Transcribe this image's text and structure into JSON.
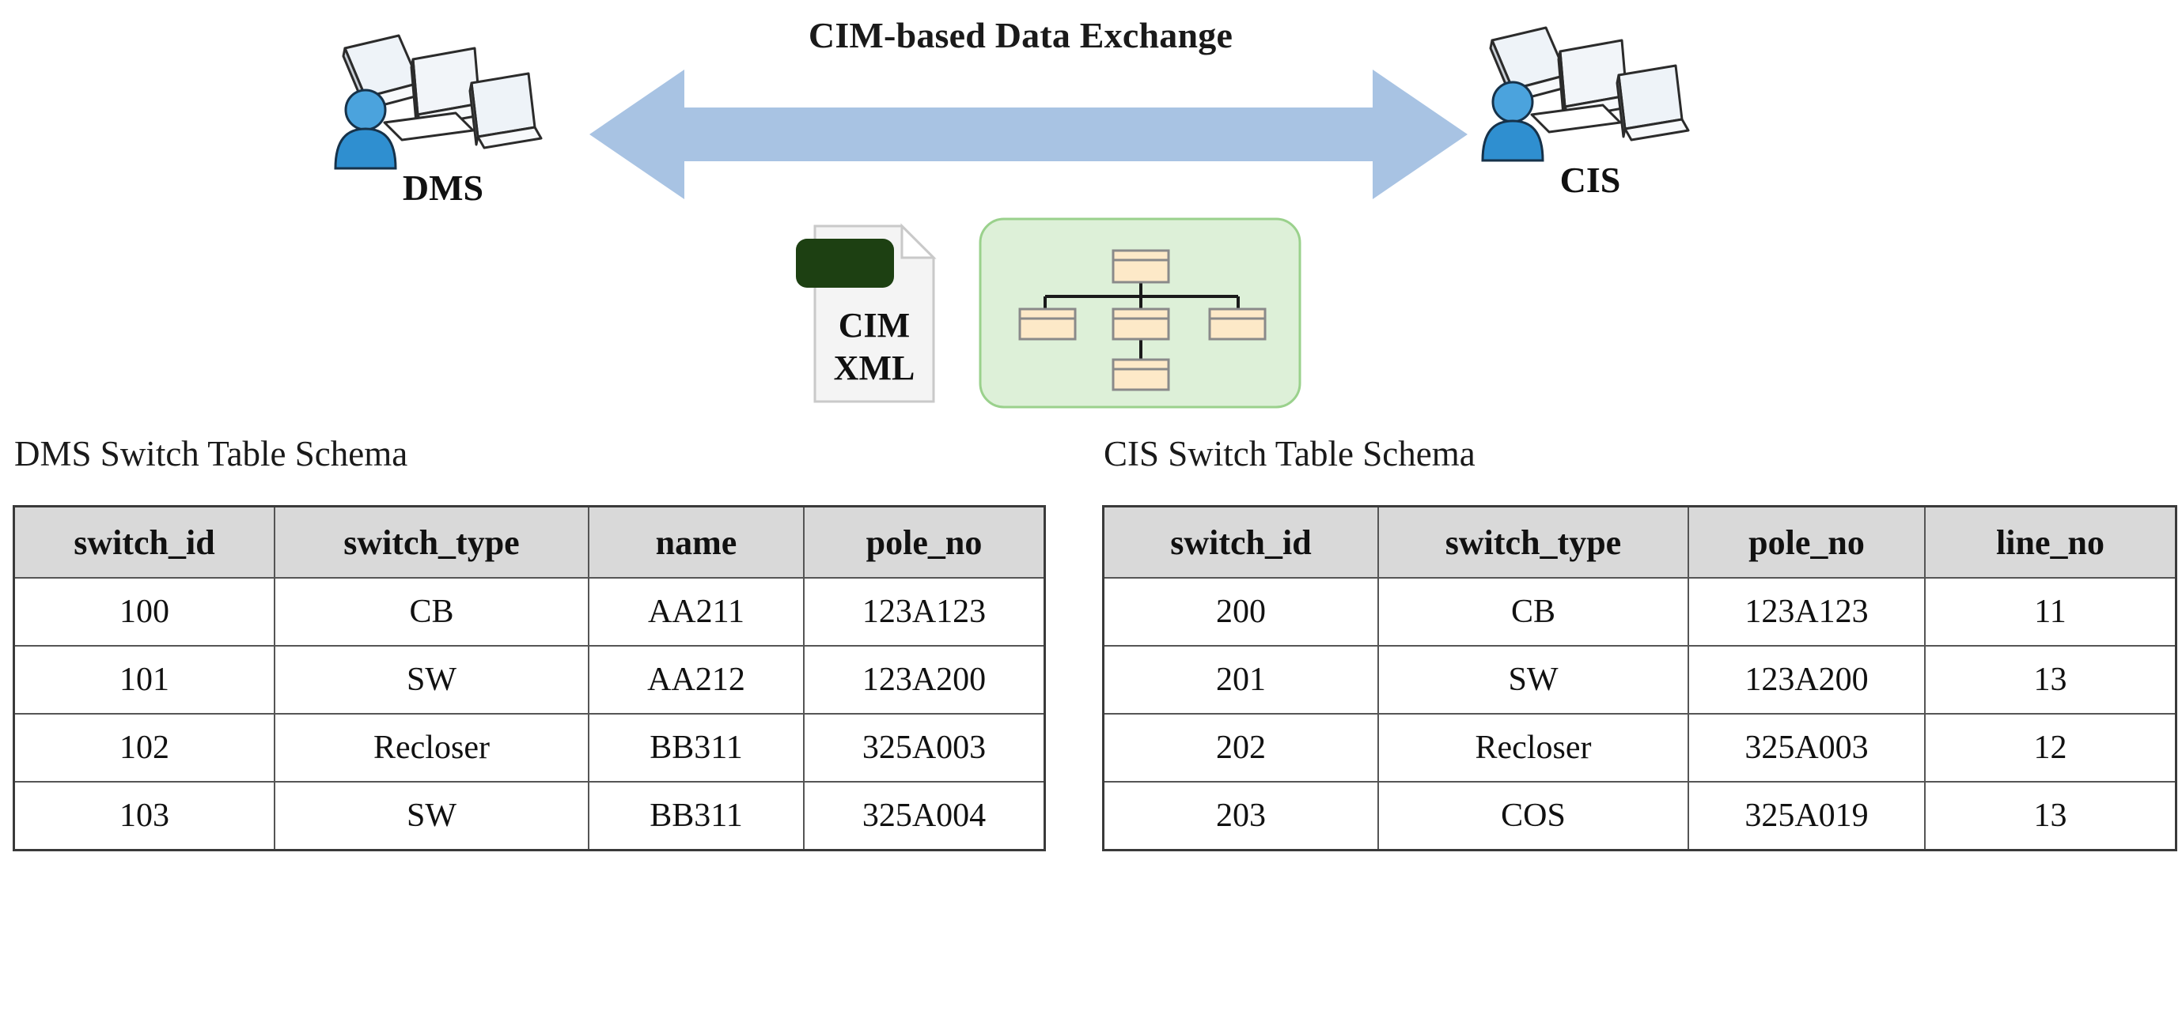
{
  "figure": {
    "exchange_title": "CIM-based Data Exchange",
    "arrow_direction": "bidirectional",
    "arrow_color": "#a8c3e3",
    "highlight_color": "#ffff00",
    "header_color": "#d9d9d9",
    "model_box_color": "#ddf0d8",
    "class_box_color": "#fde9c8",
    "file_tag_color": "#1d4012"
  },
  "nodes": [
    {
      "id": "dms",
      "label": "DMS",
      "icon": "workstation-user-icon"
    },
    {
      "id": "cis",
      "label": "CIS",
      "icon": "workstation-user-icon"
    }
  ],
  "artifacts": {
    "cim_xml_file": {
      "icon": "xml-document-icon",
      "line1": "CIM",
      "line2": "XML"
    },
    "cim_model": {
      "icon": "uml-class-diagram-icon",
      "class_boxes": 5,
      "layout": "one root, three children, one grandchild"
    }
  },
  "tables": [
    {
      "id": "dms",
      "caption": "DMS Switch Table Schema",
      "headers": [
        "switch_id",
        "switch_type",
        "name",
        "pole_no"
      ],
      "highlight_column_index": 3,
      "rows": [
        {
          "cells": [
            "100",
            "CB",
            "AA211",
            "123A123"
          ],
          "highlight": [
            false,
            false,
            false,
            true
          ]
        },
        {
          "cells": [
            "101",
            "SW",
            "AA212",
            "123A200"
          ],
          "highlight": [
            false,
            false,
            false,
            true
          ]
        },
        {
          "cells": [
            "102",
            "Recloser",
            "BB311",
            "325A003"
          ],
          "highlight": [
            false,
            false,
            false,
            true
          ]
        },
        {
          "cells": [
            "103",
            "SW",
            "BB311",
            "325A004"
          ],
          "highlight": [
            false,
            false,
            false,
            false
          ]
        }
      ]
    },
    {
      "id": "cis",
      "caption": "CIS Switch Table Schema",
      "headers": [
        "switch_id",
        "switch_type",
        "pole_no",
        "line_no"
      ],
      "highlight_column_index": 2,
      "rows": [
        {
          "cells": [
            "200",
            "CB",
            "123A123",
            "11"
          ],
          "highlight": [
            false,
            false,
            true,
            false
          ]
        },
        {
          "cells": [
            "201",
            "SW",
            "123A200",
            "13"
          ],
          "highlight": [
            false,
            false,
            true,
            false
          ]
        },
        {
          "cells": [
            "202",
            "Recloser",
            "325A003",
            "12"
          ],
          "highlight": [
            false,
            false,
            true,
            false
          ]
        },
        {
          "cells": [
            "203",
            "COS",
            "325A019",
            "13"
          ],
          "highlight": [
            false,
            false,
            false,
            false
          ]
        }
      ]
    }
  ]
}
